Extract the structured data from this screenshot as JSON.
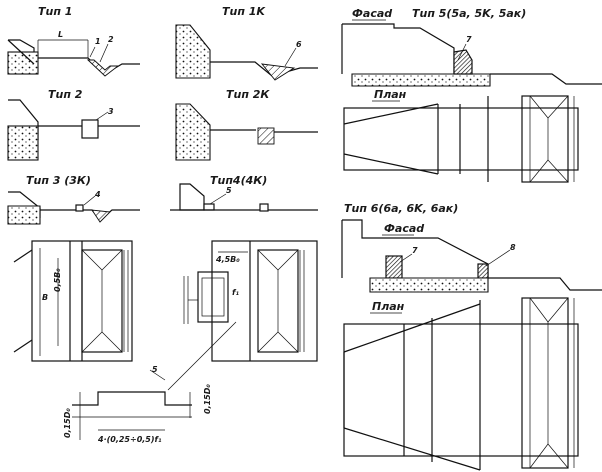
{
  "labels": {
    "t1": "Тuп 1",
    "t1k": "Тuп 1K",
    "t2": "Тuп 2",
    "t2k": "Тuп 2К",
    "t3": "Тuп 3 (3К)",
    "t4": "Тuп4(4К)",
    "t5": "Тuп 5(5a, 5K, 5aк)",
    "t6": "Тuп 6(6a, 6K, 6aк)",
    "fasad": "Фасаd",
    "plan": "План",
    "dim_L": "L",
    "dim_half_b": "0,5B₀",
    "dim_B": "B",
    "dim_small": "0,15D₀",
    "dim_base": "4·(0,25÷0,5)f₁",
    "dim_right": "0,15D₀",
    "mark_4_5": "4,5B₀",
    "f1": "f₁"
  },
  "callouts": [
    "1",
    "2",
    "3",
    "4",
    "5",
    "6",
    "7",
    "8"
  ],
  "colors": {
    "ink": "#111111",
    "paper": "#ffffff"
  }
}
